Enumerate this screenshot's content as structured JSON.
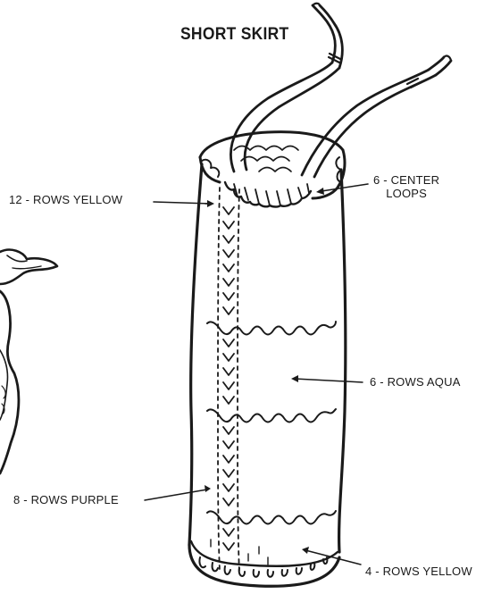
{
  "title": "SHORT SKIRT",
  "labels": {
    "rows_yellow_top": "12 - ROWS YELLOW",
    "center_loops_line1": "6 - CENTER",
    "center_loops_line2": "LOOPS",
    "rows_aqua": "6 - ROWS AQUA",
    "rows_purple": "8 - ROWS PURPLE",
    "rows_yellow_bottom": "4 - ROWS YELLOW"
  },
  "colors": {
    "ink": "#1a1a1a",
    "paper": "#ffffff"
  }
}
